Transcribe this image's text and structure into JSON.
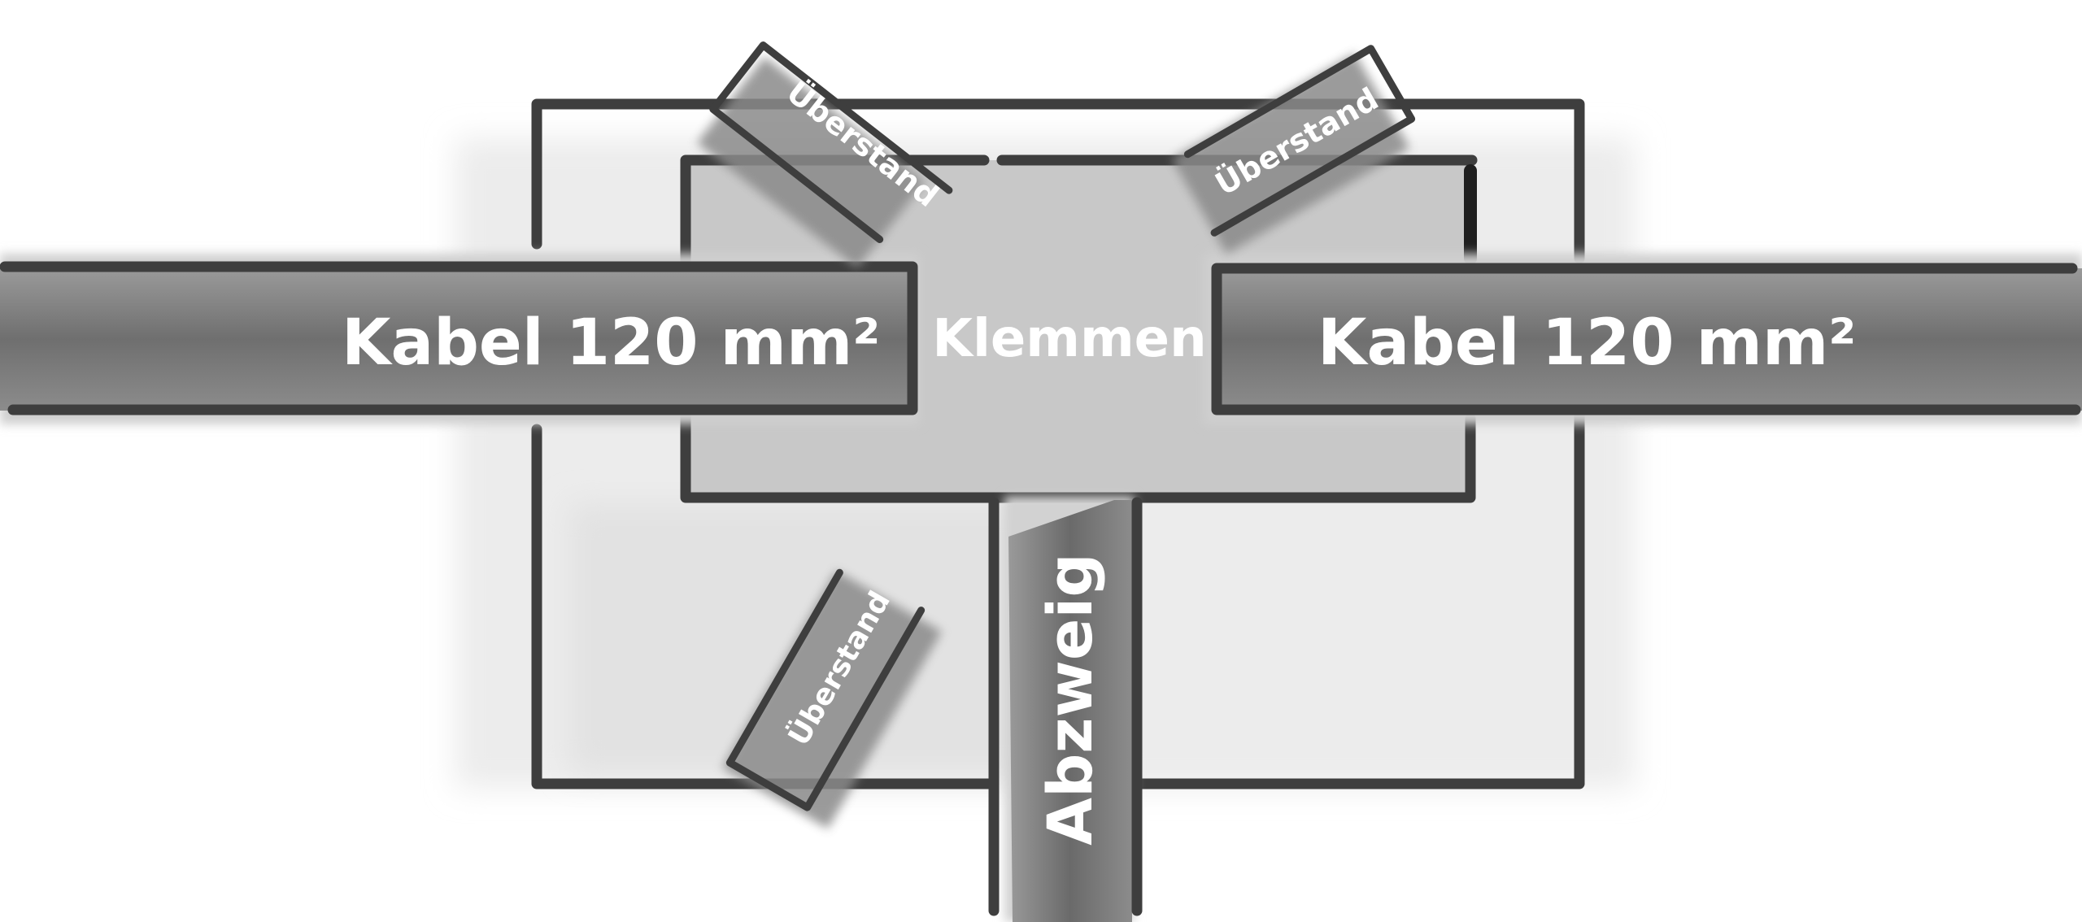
{
  "labels": {
    "cable_left": "Kabel 120 mm²",
    "cable_right": "Kabel 120 mm²",
    "clamps": "Klemmen",
    "branch": "Abzweig",
    "overhang_top_left": "Überstand",
    "overhang_top_right": "Überstand",
    "overhang_bottom_left": "Überstand"
  },
  "colors": {
    "background": "#ffffff",
    "outline": "#3e3e3e",
    "clamp_fill": "#c8c8c8",
    "cable_fill": "#7a7a7a",
    "shadow": "#d9d9d9",
    "label_text": "#ffffff"
  }
}
